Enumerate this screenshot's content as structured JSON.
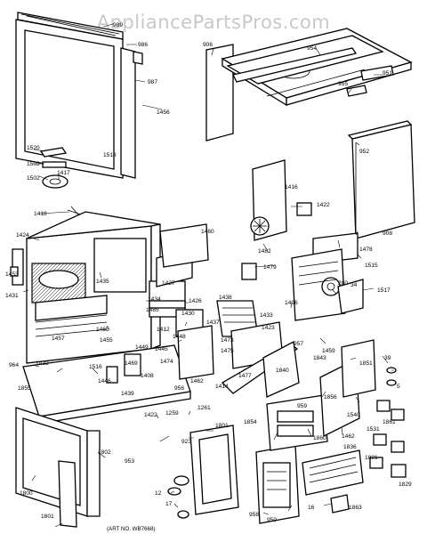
{
  "watermark": "AppliancePartsPros.com",
  "art_note": "(ART NO. WB7668)",
  "part_labels": [
    {
      "id": "lbl-989",
      "text": "989"
    },
    {
      "id": "lbl-986",
      "text": "986"
    },
    {
      "id": "lbl-987",
      "text": "987"
    },
    {
      "id": "lbl-1456",
      "text": "1456"
    },
    {
      "id": "lbl-1518",
      "text": "1518"
    },
    {
      "id": "lbl-1520",
      "text": "1520"
    },
    {
      "id": "lbl-1503",
      "text": "1503"
    },
    {
      "id": "lbl-1502",
      "text": "1502"
    },
    {
      "id": "lbl-1417",
      "text": "1417"
    },
    {
      "id": "lbl-1418",
      "text": "1418"
    },
    {
      "id": "lbl-906",
      "text": "906"
    },
    {
      "id": "lbl-954",
      "text": "954"
    },
    {
      "id": "lbl-951",
      "text": "951"
    },
    {
      "id": "lbl-955",
      "text": "955"
    },
    {
      "id": "lbl-952",
      "text": "952"
    },
    {
      "id": "lbl-908",
      "text": "908"
    },
    {
      "id": "lbl-1416",
      "text": "1416"
    },
    {
      "id": "lbl-1422",
      "text": "1422"
    },
    {
      "id": "lbl-1460",
      "text": "1460"
    },
    {
      "id": "lbl-1482",
      "text": "1482"
    },
    {
      "id": "lbl-1479",
      "text": "1479"
    },
    {
      "id": "lbl-1478",
      "text": "1478"
    },
    {
      "id": "lbl-1515",
      "text": "1515"
    },
    {
      "id": "lbl-1424",
      "text": "1424"
    },
    {
      "id": "lbl-1453",
      "text": "1453"
    },
    {
      "id": "lbl-1431",
      "text": "1431"
    },
    {
      "id": "lbl-1435",
      "text": "1435"
    },
    {
      "id": "lbl-1427",
      "text": "1427"
    },
    {
      "id": "lbl-1426",
      "text": "1426"
    },
    {
      "id": "lbl-1485",
      "text": "1485"
    },
    {
      "id": "lbl-1434",
      "text": "1434"
    },
    {
      "id": "lbl-1465",
      "text": "1465"
    },
    {
      "id": "lbl-1430",
      "text": "1430"
    },
    {
      "id": "lbl-1438",
      "text": "1438"
    },
    {
      "id": "lbl-1433",
      "text": "1433"
    },
    {
      "id": "lbl-1437",
      "text": "1437"
    },
    {
      "id": "lbl-1412",
      "text": "1412"
    },
    {
      "id": "lbl-1423",
      "text": "1423"
    },
    {
      "id": "lbl-1496",
      "text": "1496"
    },
    {
      "id": "lbl-280",
      "text": "280"
    },
    {
      "id": "lbl-34",
      "text": "34"
    },
    {
      "id": "lbl-1517",
      "text": "1517"
    },
    {
      "id": "lbl-1455",
      "text": "1455"
    },
    {
      "id": "lbl-1448",
      "text": "1448"
    },
    {
      "id": "lbl-1449",
      "text": "1449"
    },
    {
      "id": "lbl-1445",
      "text": "1445"
    },
    {
      "id": "lbl-1474",
      "text": "1474"
    },
    {
      "id": "lbl-1473",
      "text": "1473"
    },
    {
      "id": "lbl-1475",
      "text": "1475"
    },
    {
      "id": "lbl-1477",
      "text": "1477"
    },
    {
      "id": "lbl-957",
      "text": "957"
    },
    {
      "id": "lbl-1459",
      "text": "1459"
    },
    {
      "id": "lbl-1843",
      "text": "1843"
    },
    {
      "id": "lbl-1851",
      "text": "1851"
    },
    {
      "id": "lbl-39",
      "text": "39"
    },
    {
      "id": "lbl-5",
      "text": "5"
    },
    {
      "id": "lbl-1457",
      "text": "1457"
    },
    {
      "id": "lbl-964",
      "text": "964"
    },
    {
      "id": "lbl-1432",
      "text": "1432"
    },
    {
      "id": "lbl-1516",
      "text": "1516"
    },
    {
      "id": "lbl-1446",
      "text": "1446"
    },
    {
      "id": "lbl-1469",
      "text": "1469"
    },
    {
      "id": "lbl-1408",
      "text": "1408"
    },
    {
      "id": "lbl-1439",
      "text": "1439"
    },
    {
      "id": "lbl-956",
      "text": "956"
    },
    {
      "id": "lbl-1462",
      "text": "1462"
    },
    {
      "id": "lbl-1414",
      "text": "1414"
    },
    {
      "id": "lbl-1855",
      "text": "1855"
    },
    {
      "id": "lbl-959",
      "text": "959"
    },
    {
      "id": "lbl-1540",
      "text": "1540"
    },
    {
      "id": "lbl-1462b",
      "text": "1462"
    },
    {
      "id": "lbl-1856",
      "text": "1856"
    },
    {
      "id": "lbl-1854",
      "text": "1854"
    },
    {
      "id": "lbl-1860",
      "text": "1860"
    },
    {
      "id": "lbl-1836",
      "text": "1836"
    },
    {
      "id": "lbl-953",
      "text": "953"
    },
    {
      "id": "lbl-1422b",
      "text": "1422"
    },
    {
      "id": "lbl-1802",
      "text": "1802"
    },
    {
      "id": "lbl-1800",
      "text": "1800"
    },
    {
      "id": "lbl-1801",
      "text": "1801"
    },
    {
      "id": "lbl-1259",
      "text": "1259"
    },
    {
      "id": "lbl-1261",
      "text": "1261"
    },
    {
      "id": "lbl-923",
      "text": "923"
    },
    {
      "id": "lbl-1801b",
      "text": "1801"
    },
    {
      "id": "lbl-12",
      "text": "12"
    },
    {
      "id": "lbl-17",
      "text": "17"
    },
    {
      "id": "lbl-16",
      "text": "16"
    },
    {
      "id": "lbl-958",
      "text": "958"
    },
    {
      "id": "lbl-950",
      "text": "950"
    },
    {
      "id": "lbl-1863",
      "text": "1863"
    },
    {
      "id": "lbl-1861",
      "text": "1861"
    },
    {
      "id": "lbl-1531",
      "text": "1531"
    },
    {
      "id": "lbl-1821",
      "text": "1821"
    },
    {
      "id": "lbl-1840",
      "text": "1840"
    },
    {
      "id": "lbl-1829",
      "text": "1829"
    }
  ]
}
